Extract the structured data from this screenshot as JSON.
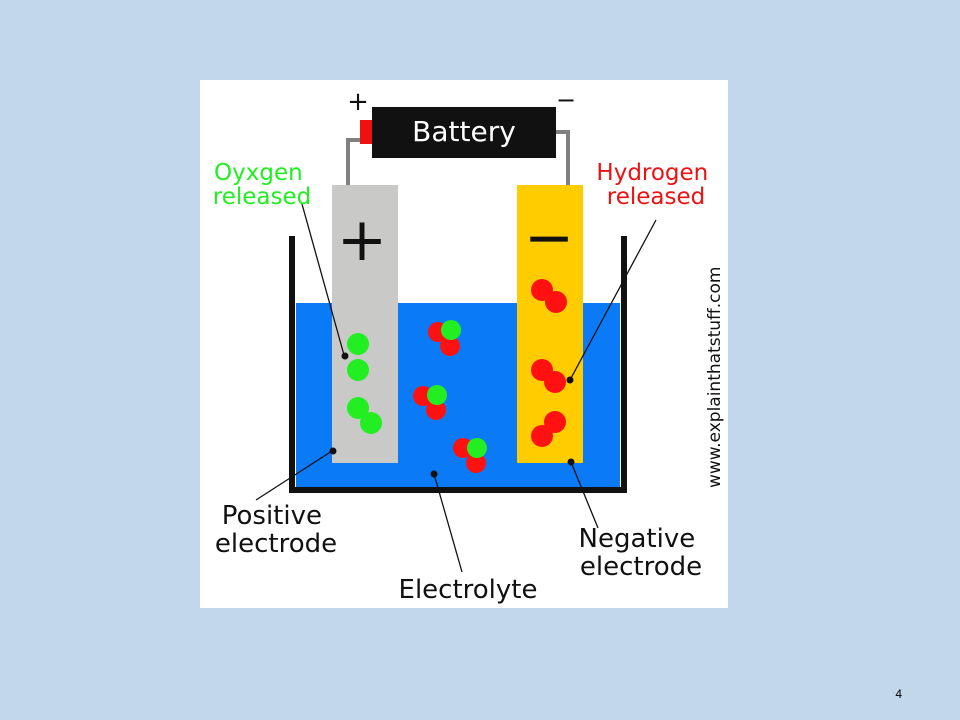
{
  "slide": {
    "number": "4"
  },
  "diagram": {
    "battery": {
      "label": "Battery",
      "plus": "+",
      "minus": "−"
    },
    "positive_electrode": {
      "sign": "+",
      "label_line1": "Positive",
      "label_line2": "electrode"
    },
    "negative_electrode": {
      "sign": "−",
      "label_line1": "Negative",
      "label_line2": "electrode"
    },
    "oxygen": {
      "label_line1": "Oyxgen",
      "label_line2": "released"
    },
    "hydrogen": {
      "label_line1": "Hydrogen",
      "label_line2": "released"
    },
    "electrolyte": {
      "label": "Electrolyte"
    },
    "credit": "www.explainthatstuff.com"
  },
  "colors": {
    "background": "#c3d7ea",
    "electrolyte": "#0a7af7",
    "positive_electrode": "#c9cac8",
    "negative_electrode": "#ffcc00",
    "oxygen": "#22ee22",
    "hydrogen": "#ff1111",
    "oxygen_label": "#22ee22",
    "hydrogen_label": "#ee1111",
    "battery_body": "#111111",
    "battery_terminal": "#ee1111"
  }
}
